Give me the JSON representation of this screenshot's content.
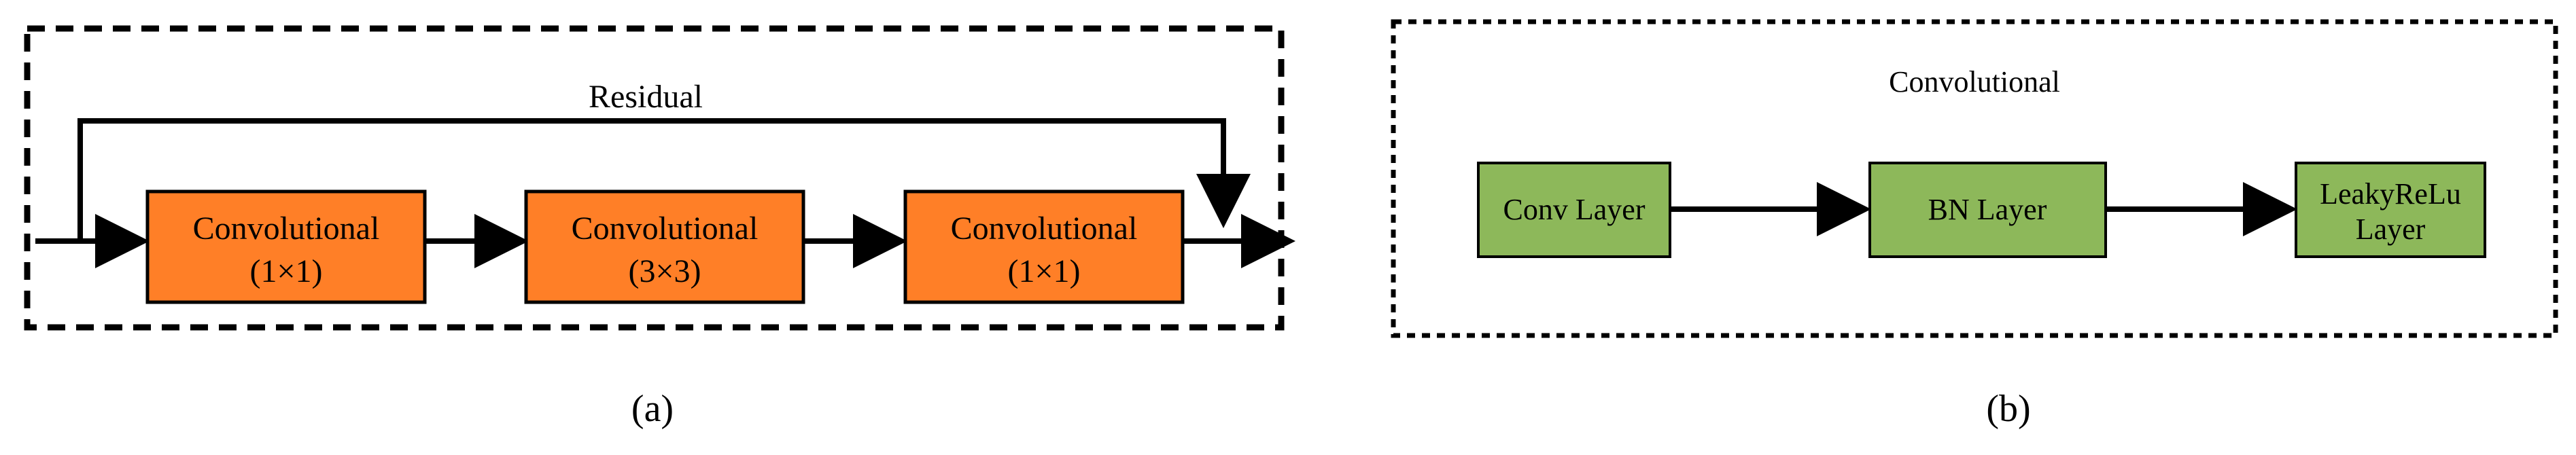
{
  "panel_a": {
    "caption": "(a)",
    "residual_label": "Residual",
    "blocks": [
      {
        "title": "Convolutional",
        "kernel": "(1×1)"
      },
      {
        "title": "Convolutional",
        "kernel": "(3×3)"
      },
      {
        "title": "Convolutional",
        "kernel": "(1×1)"
      }
    ],
    "colors": {
      "block_fill": "#FF7F27",
      "stroke": "#000000"
    }
  },
  "panel_b": {
    "caption": "(b)",
    "title": "Convolutional",
    "blocks": [
      {
        "line1": "Conv Layer"
      },
      {
        "line1": "BN Layer"
      },
      {
        "line1": "LeakyReLu",
        "line2": "Layer"
      }
    ],
    "colors": {
      "block_fill": "#8DB85A",
      "stroke": "#000000"
    }
  }
}
